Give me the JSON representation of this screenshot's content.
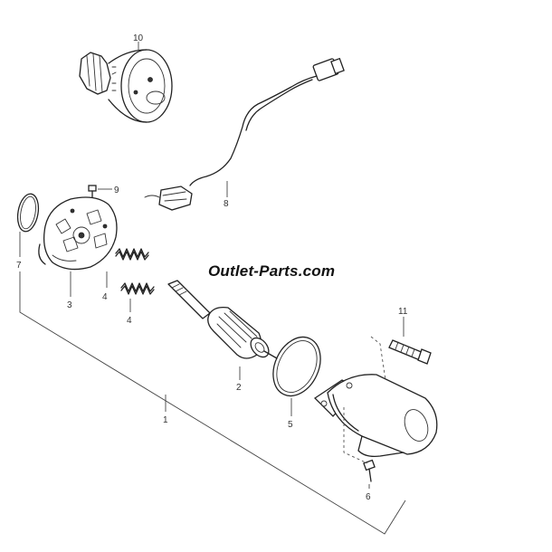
{
  "watermark": "Outlet-Parts.com",
  "callouts": {
    "c1": "1",
    "c2": "2",
    "c3": "3",
    "c4a": "4",
    "c4b": "4",
    "c5": "5",
    "c6": "6",
    "c7": "7",
    "c8": "8",
    "c9": "9",
    "c10": "10",
    "c11": "11"
  },
  "parts": [
    {
      "ref": "1",
      "name": "starter-motor-assembly"
    },
    {
      "ref": "2",
      "name": "armature"
    },
    {
      "ref": "3",
      "name": "brush-holder"
    },
    {
      "ref": "4",
      "name": "brush-spring"
    },
    {
      "ref": "5",
      "name": "o-ring"
    },
    {
      "ref": "6",
      "name": "screw"
    },
    {
      "ref": "7",
      "name": "o-ring"
    },
    {
      "ref": "8",
      "name": "lead-wire"
    },
    {
      "ref": "9",
      "name": "screw"
    },
    {
      "ref": "10",
      "name": "starter-clutch"
    },
    {
      "ref": "11",
      "name": "bolt"
    }
  ]
}
